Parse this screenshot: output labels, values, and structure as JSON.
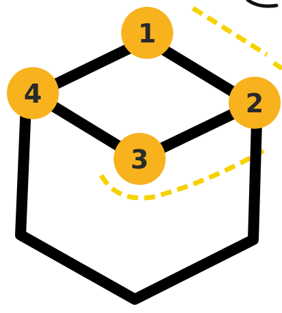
{
  "colors": {
    "background": "#ffffff",
    "outline": "#000000",
    "node_fill": "#f7b21e",
    "node_text": "#2a2a2a",
    "dashed_line": "#f6d200"
  },
  "nodes": [
    {
      "label": "1"
    },
    {
      "label": "2"
    },
    {
      "label": "3"
    },
    {
      "label": "4"
    }
  ]
}
